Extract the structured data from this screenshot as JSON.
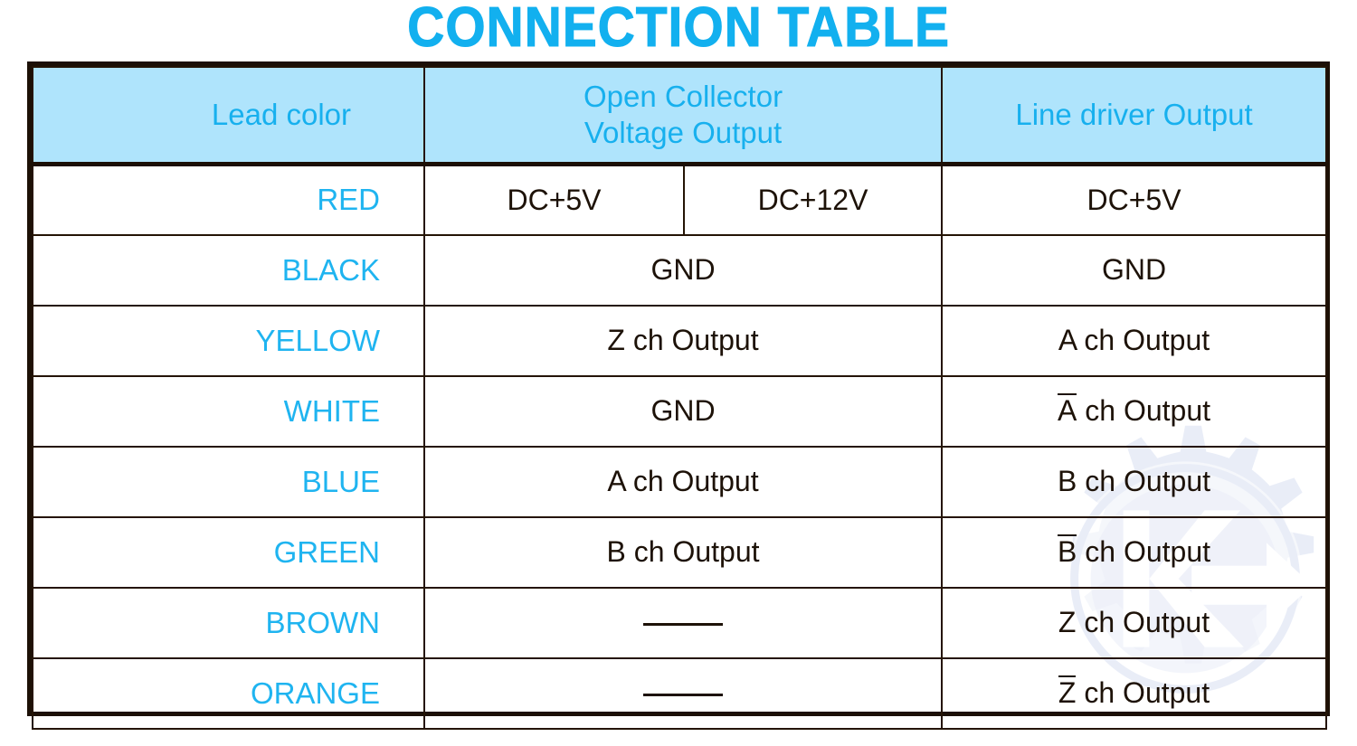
{
  "title": "CONNECTION TABLE",
  "colors": {
    "title_cyan": "#12b0ef",
    "header_bg": "#afe4fc",
    "header_text": "#17b0ee",
    "lead_text": "#1fb4f0",
    "body_text": "#1d1208",
    "border": "#241405",
    "outer_border": "#1c1006",
    "watermark": "#b9c6e8"
  },
  "header": {
    "lead_color": "Lead color",
    "open_collector_line1": "Open Collector",
    "open_collector_line2": "Voltage Output",
    "line_driver": "Line driver Output"
  },
  "watermark": {
    "name": "gear-arrow-k-logo"
  },
  "rows": [
    {
      "lead": "RED",
      "split": true,
      "oc_a": "DC+5V",
      "oc_b": "DC+12V",
      "ld": "DC+5V",
      "ld_overline": ""
    },
    {
      "lead": "BLACK",
      "split": false,
      "oc": "GND",
      "ld": "GND",
      "ld_overline": ""
    },
    {
      "lead": "YELLOW",
      "split": false,
      "oc": "Z ch Output",
      "ld": "A ch Output",
      "ld_overline": ""
    },
    {
      "lead": "WHITE",
      "split": false,
      "oc": "GND",
      "ld_overline": "A",
      "ld": " ch Output"
    },
    {
      "lead": "BLUE",
      "split": false,
      "oc": "A ch Output",
      "ld": "B ch Output",
      "ld_overline": ""
    },
    {
      "lead": "GREEN",
      "split": false,
      "oc": "B ch Output",
      "ld_overline": "B",
      "ld": " ch Output"
    },
    {
      "lead": "BROWN",
      "split": false,
      "oc": "—",
      "oc_is_dash": true,
      "ld": "Z ch Output",
      "ld_overline": ""
    },
    {
      "lead": "ORANGE",
      "split": false,
      "oc": "—",
      "oc_is_dash": true,
      "ld_overline": "Z",
      "ld": " ch Output"
    }
  ]
}
